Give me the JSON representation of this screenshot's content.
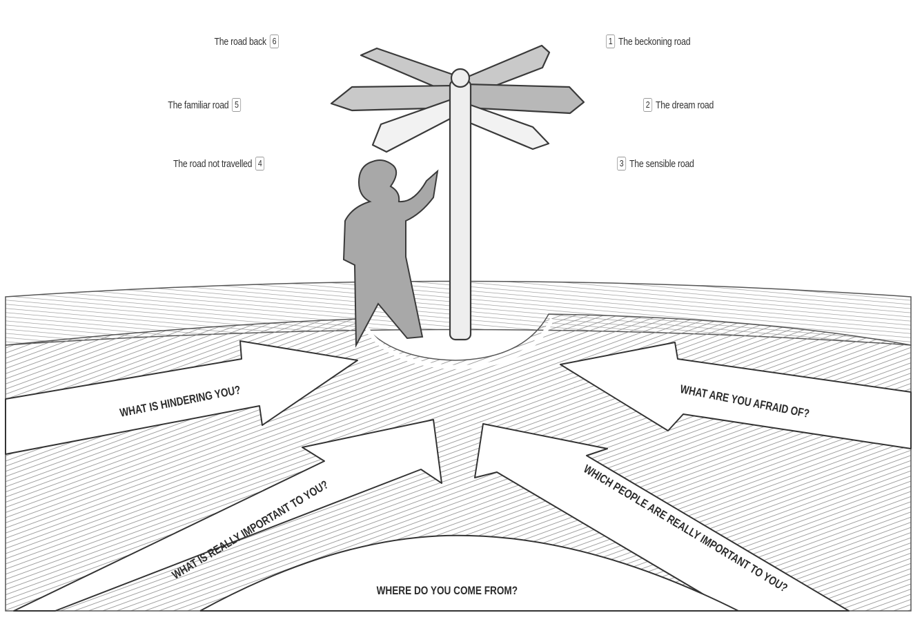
{
  "roads": [
    {
      "number": "1",
      "label": "The beckoning road"
    },
    {
      "number": "2",
      "label": "The dream road"
    },
    {
      "number": "3",
      "label": "The sensible road"
    },
    {
      "number": "4",
      "label": "The road not travelled"
    },
    {
      "number": "5",
      "label": "The familiar road"
    },
    {
      "number": "6",
      "label": "The road back"
    }
  ],
  "questions": {
    "hindering": "WHAT IS HINDERING YOU?",
    "important": "WHAT IS REALLY IMPORTANT TO YOU?",
    "origin": "WHERE DO YOU COME FROM?",
    "people": "WHICH PEOPLE ARE REALLY IMPORTANT TO YOU?",
    "afraid": "WHAT ARE YOU AFRAID OF?"
  },
  "colors": {
    "sign_fill": "#c9c9c9",
    "figure_fill": "#a8a8a8",
    "outline": "#3a3a3a",
    "hatch": "#8a8a8a"
  }
}
